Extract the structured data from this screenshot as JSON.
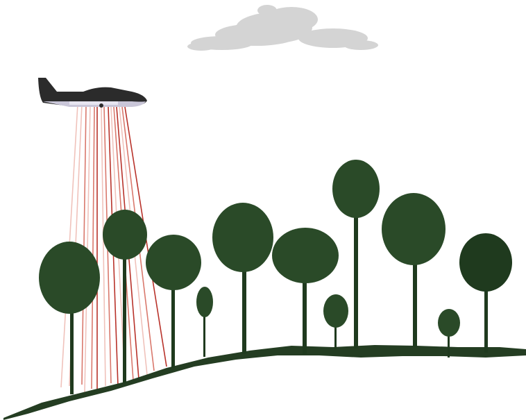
{
  "scene": {
    "description_items": [
      "aircraft",
      "cloud",
      "lidar-beams",
      "forest",
      "ground"
    ],
    "colors": {
      "background": "#ffffff",
      "cloud": "#d4d4d4",
      "aircraft_body": "#2b2b2b",
      "aircraft_underside": "#c9c6d8",
      "beam_strong": "#b8322a",
      "beam_mid": "#d9786c",
      "beam_light": "#f0c2bb",
      "tree_dark": "#1f3a1e",
      "tree_mid": "#2a4a28",
      "ground": "#243d22"
    }
  }
}
